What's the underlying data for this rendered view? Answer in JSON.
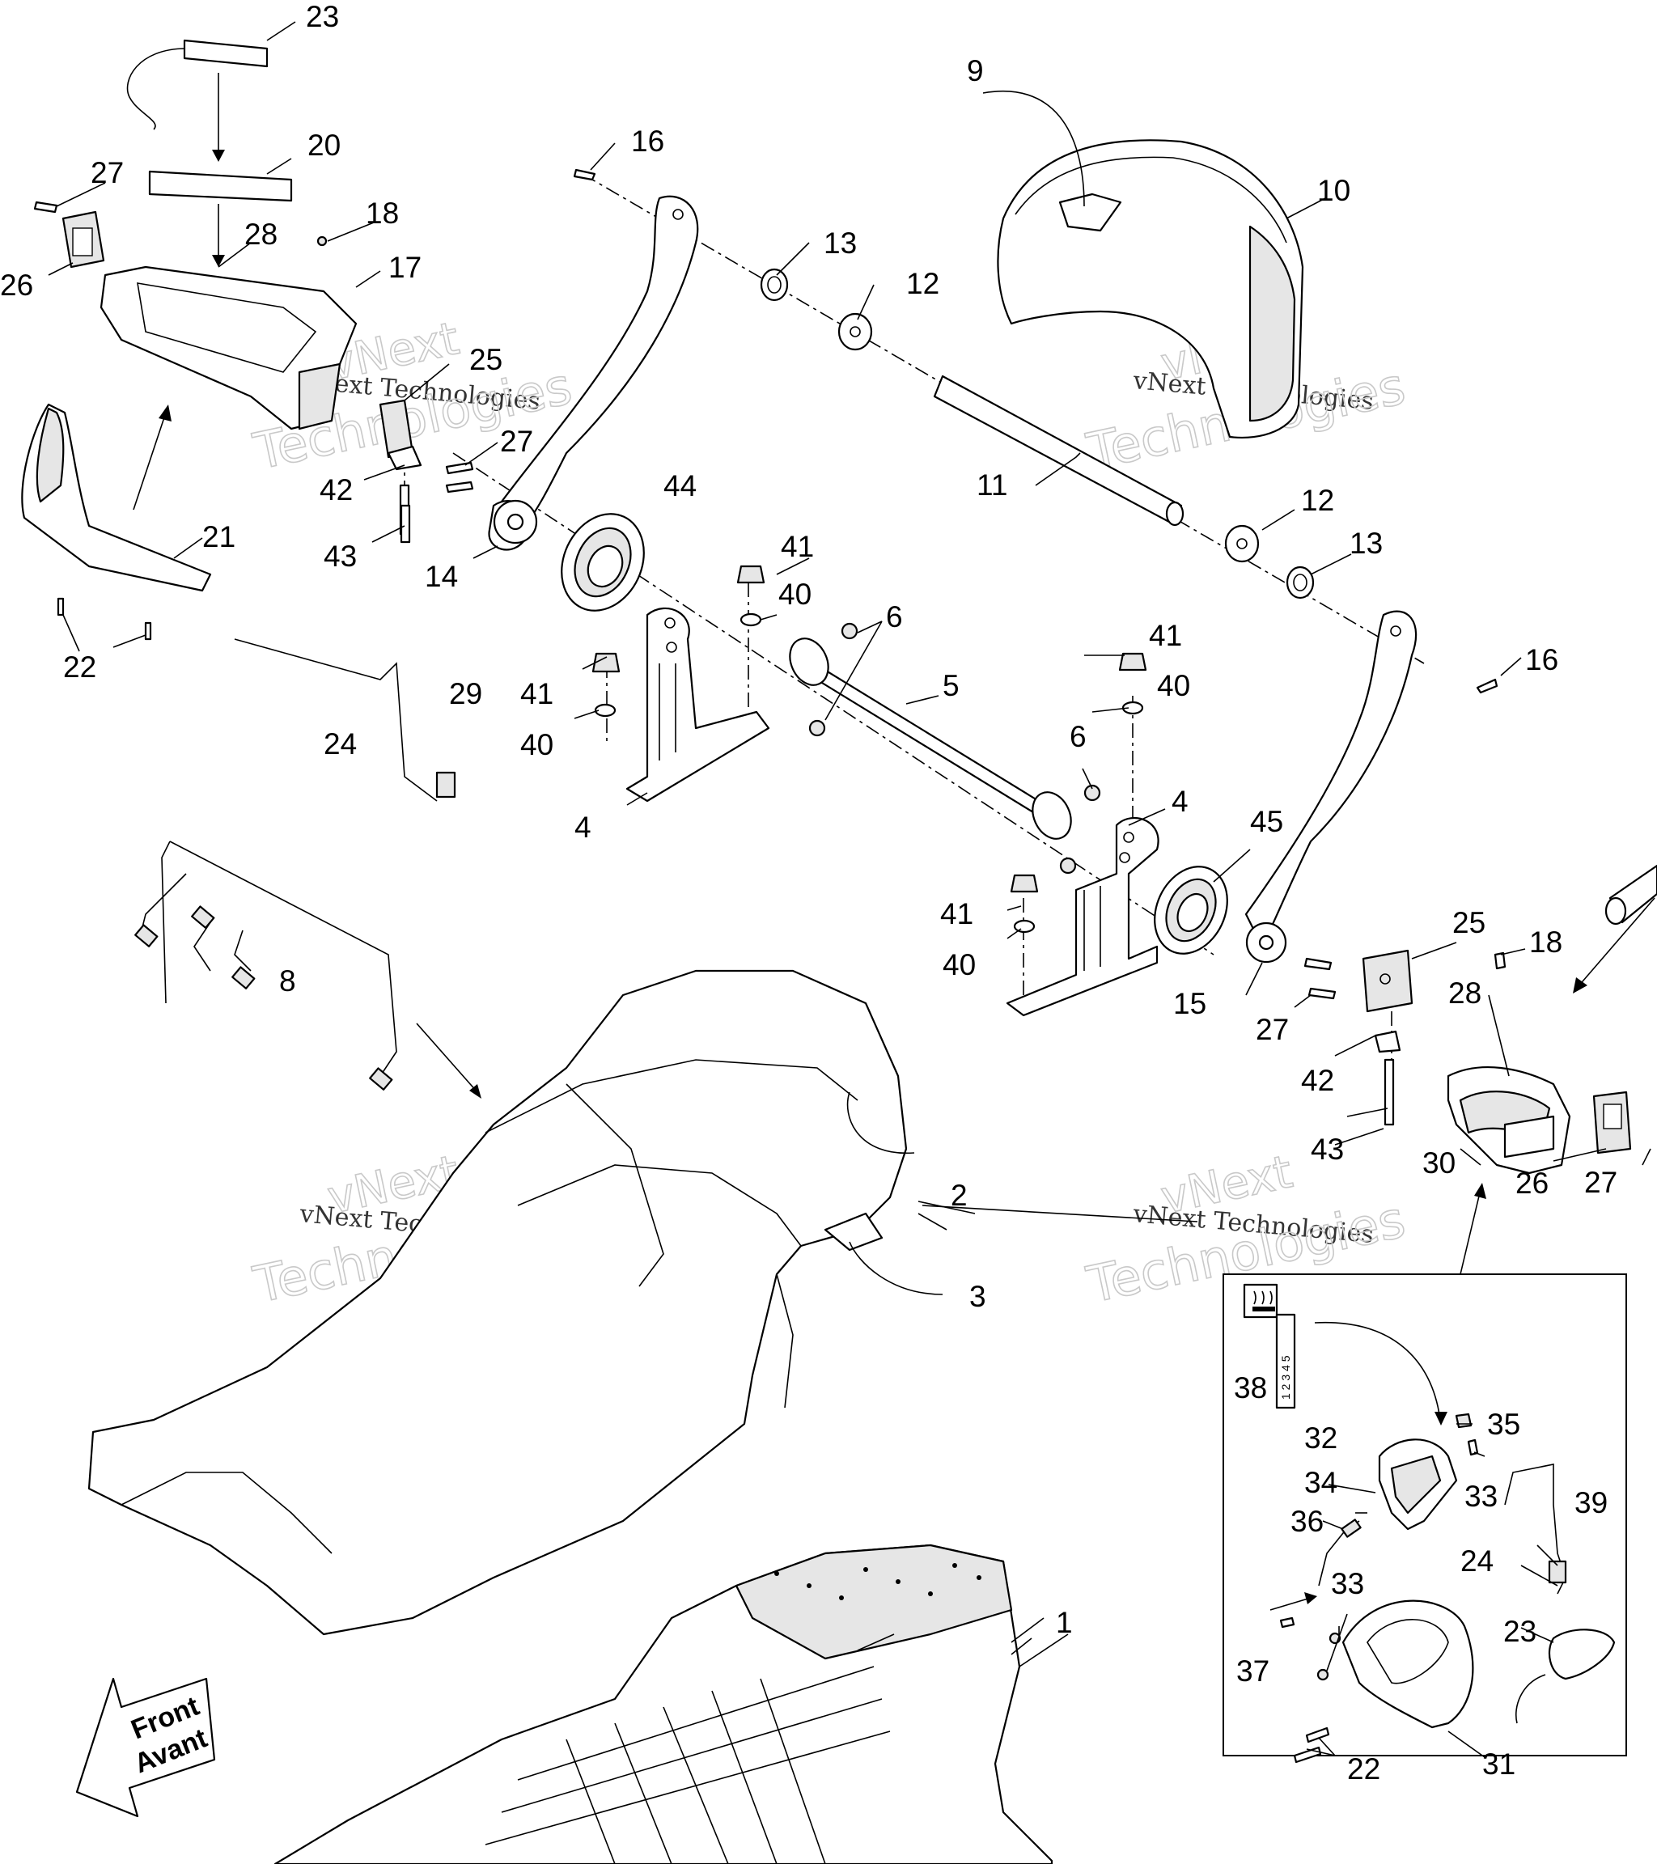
{
  "diagram": {
    "labels": [
      "1",
      "2",
      "3",
      "4",
      "4",
      "5",
      "6",
      "6",
      "8",
      "9",
      "10",
      "11",
      "12",
      "12",
      "13",
      "13",
      "14",
      "15",
      "16",
      "16",
      "17",
      "18",
      "18",
      "20",
      "21",
      "22",
      "22",
      "23",
      "23",
      "24",
      "24",
      "25",
      "25",
      "26",
      "26",
      "27",
      "27",
      "27",
      "27",
      "28",
      "28",
      "29",
      "30",
      "31",
      "32",
      "33",
      "33",
      "34",
      "35",
      "36",
      "37",
      "38",
      "39",
      "40",
      "40",
      "40",
      "40",
      "41",
      "41",
      "41",
      "41",
      "42",
      "42",
      "43",
      "43",
      "44",
      "45"
    ],
    "watermark": {
      "brand": "vNext",
      "company": "vNext Technologies",
      "word": "Technologies"
    },
    "front_arrow": {
      "line1": "Front",
      "line2": "Avant"
    },
    "heater_label": {
      "text": "1 2 3 4 5"
    }
  }
}
